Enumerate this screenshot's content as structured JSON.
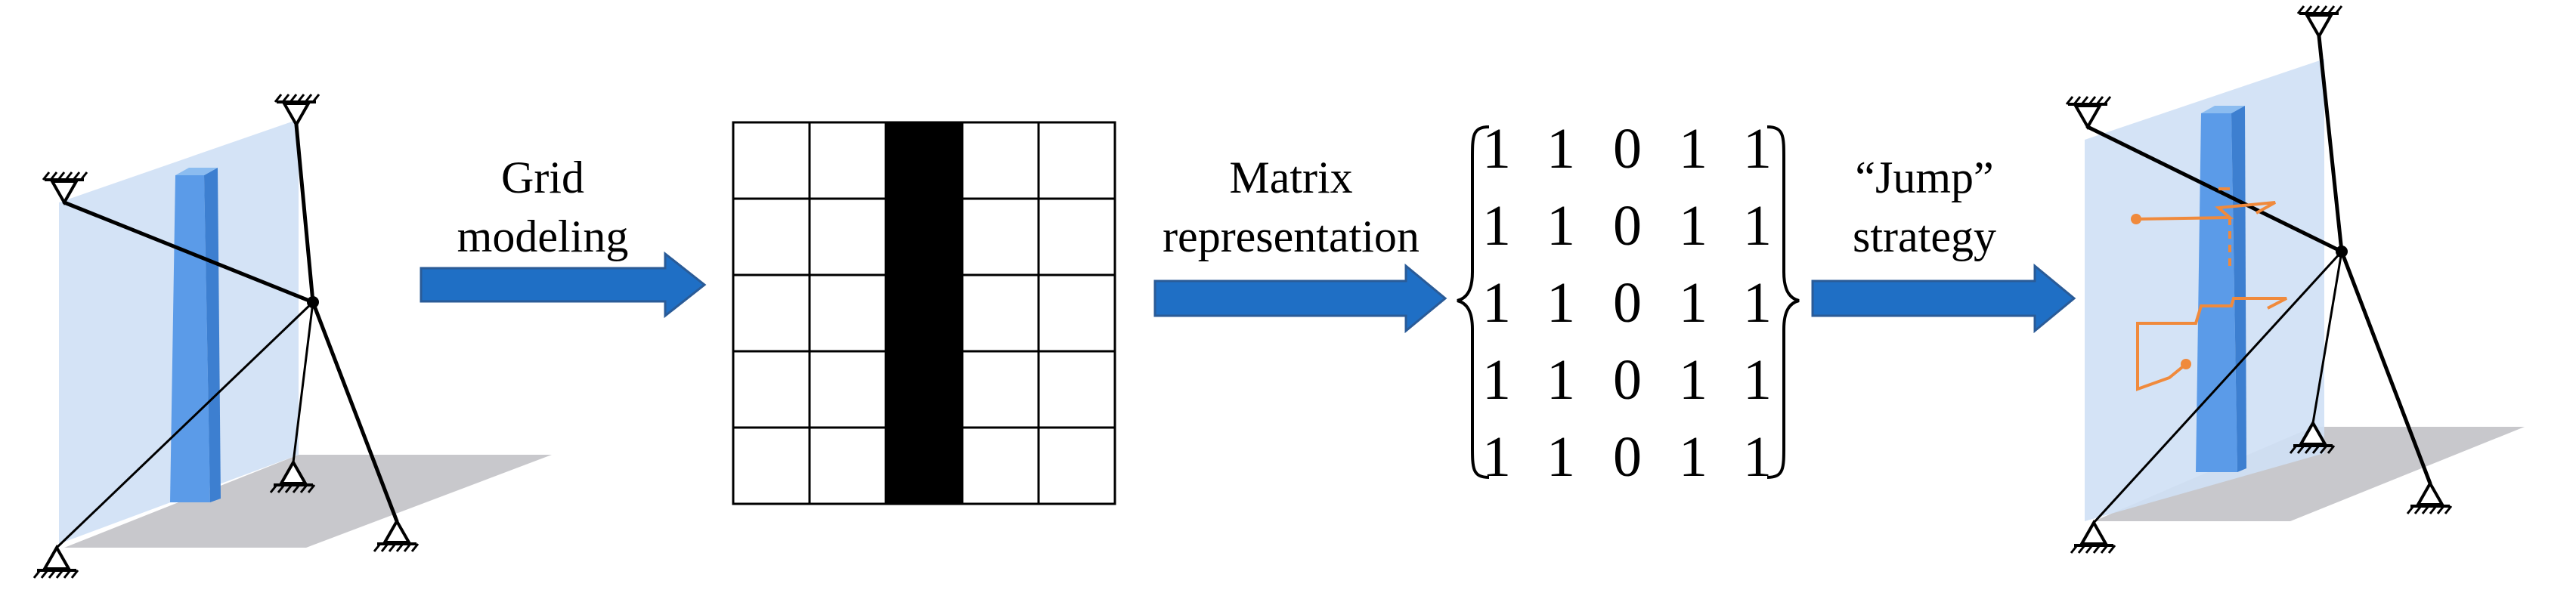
{
  "steps": [
    {
      "label_lines": [
        "Grid",
        "modeling"
      ]
    },
    {
      "label_lines": [
        "Matrix",
        "representation"
      ]
    },
    {
      "label_lines": [
        "“Jump”",
        "strategy"
      ]
    }
  ],
  "grid": {
    "rows": 5,
    "cols": 5,
    "cells": [
      [
        1,
        1,
        0,
        1,
        1
      ],
      [
        1,
        1,
        0,
        1,
        1
      ],
      [
        1,
        1,
        0,
        1,
        1
      ],
      [
        1,
        1,
        0,
        1,
        1
      ],
      [
        1,
        1,
        0,
        1,
        1
      ]
    ]
  },
  "matrix": {
    "rows": [
      [
        "1",
        "1",
        "0",
        "1",
        "1"
      ],
      [
        "1",
        "1",
        "0",
        "1",
        "1"
      ],
      [
        "1",
        "1",
        "0",
        "1",
        "1"
      ],
      [
        "1",
        "1",
        "0",
        "1",
        "1"
      ],
      [
        "1",
        "1",
        "0",
        "1",
        "1"
      ]
    ]
  },
  "colors": {
    "arrow_fill": "#1f6fc5",
    "arrow_stroke": "#2a5b97",
    "plane": "#cfe0f5",
    "ground": "#c8c8cc",
    "obstacle_front": "#5b9be8",
    "obstacle_side": "#3d7fd0",
    "obstacle_top": "#8bbcf0",
    "path": "#f08a3c",
    "blocked_cell": "#000000",
    "free_cell": "#ffffff"
  },
  "icons": [
    "fixed-support-icon",
    "cable-node-icon",
    "arrow-right-icon"
  ]
}
